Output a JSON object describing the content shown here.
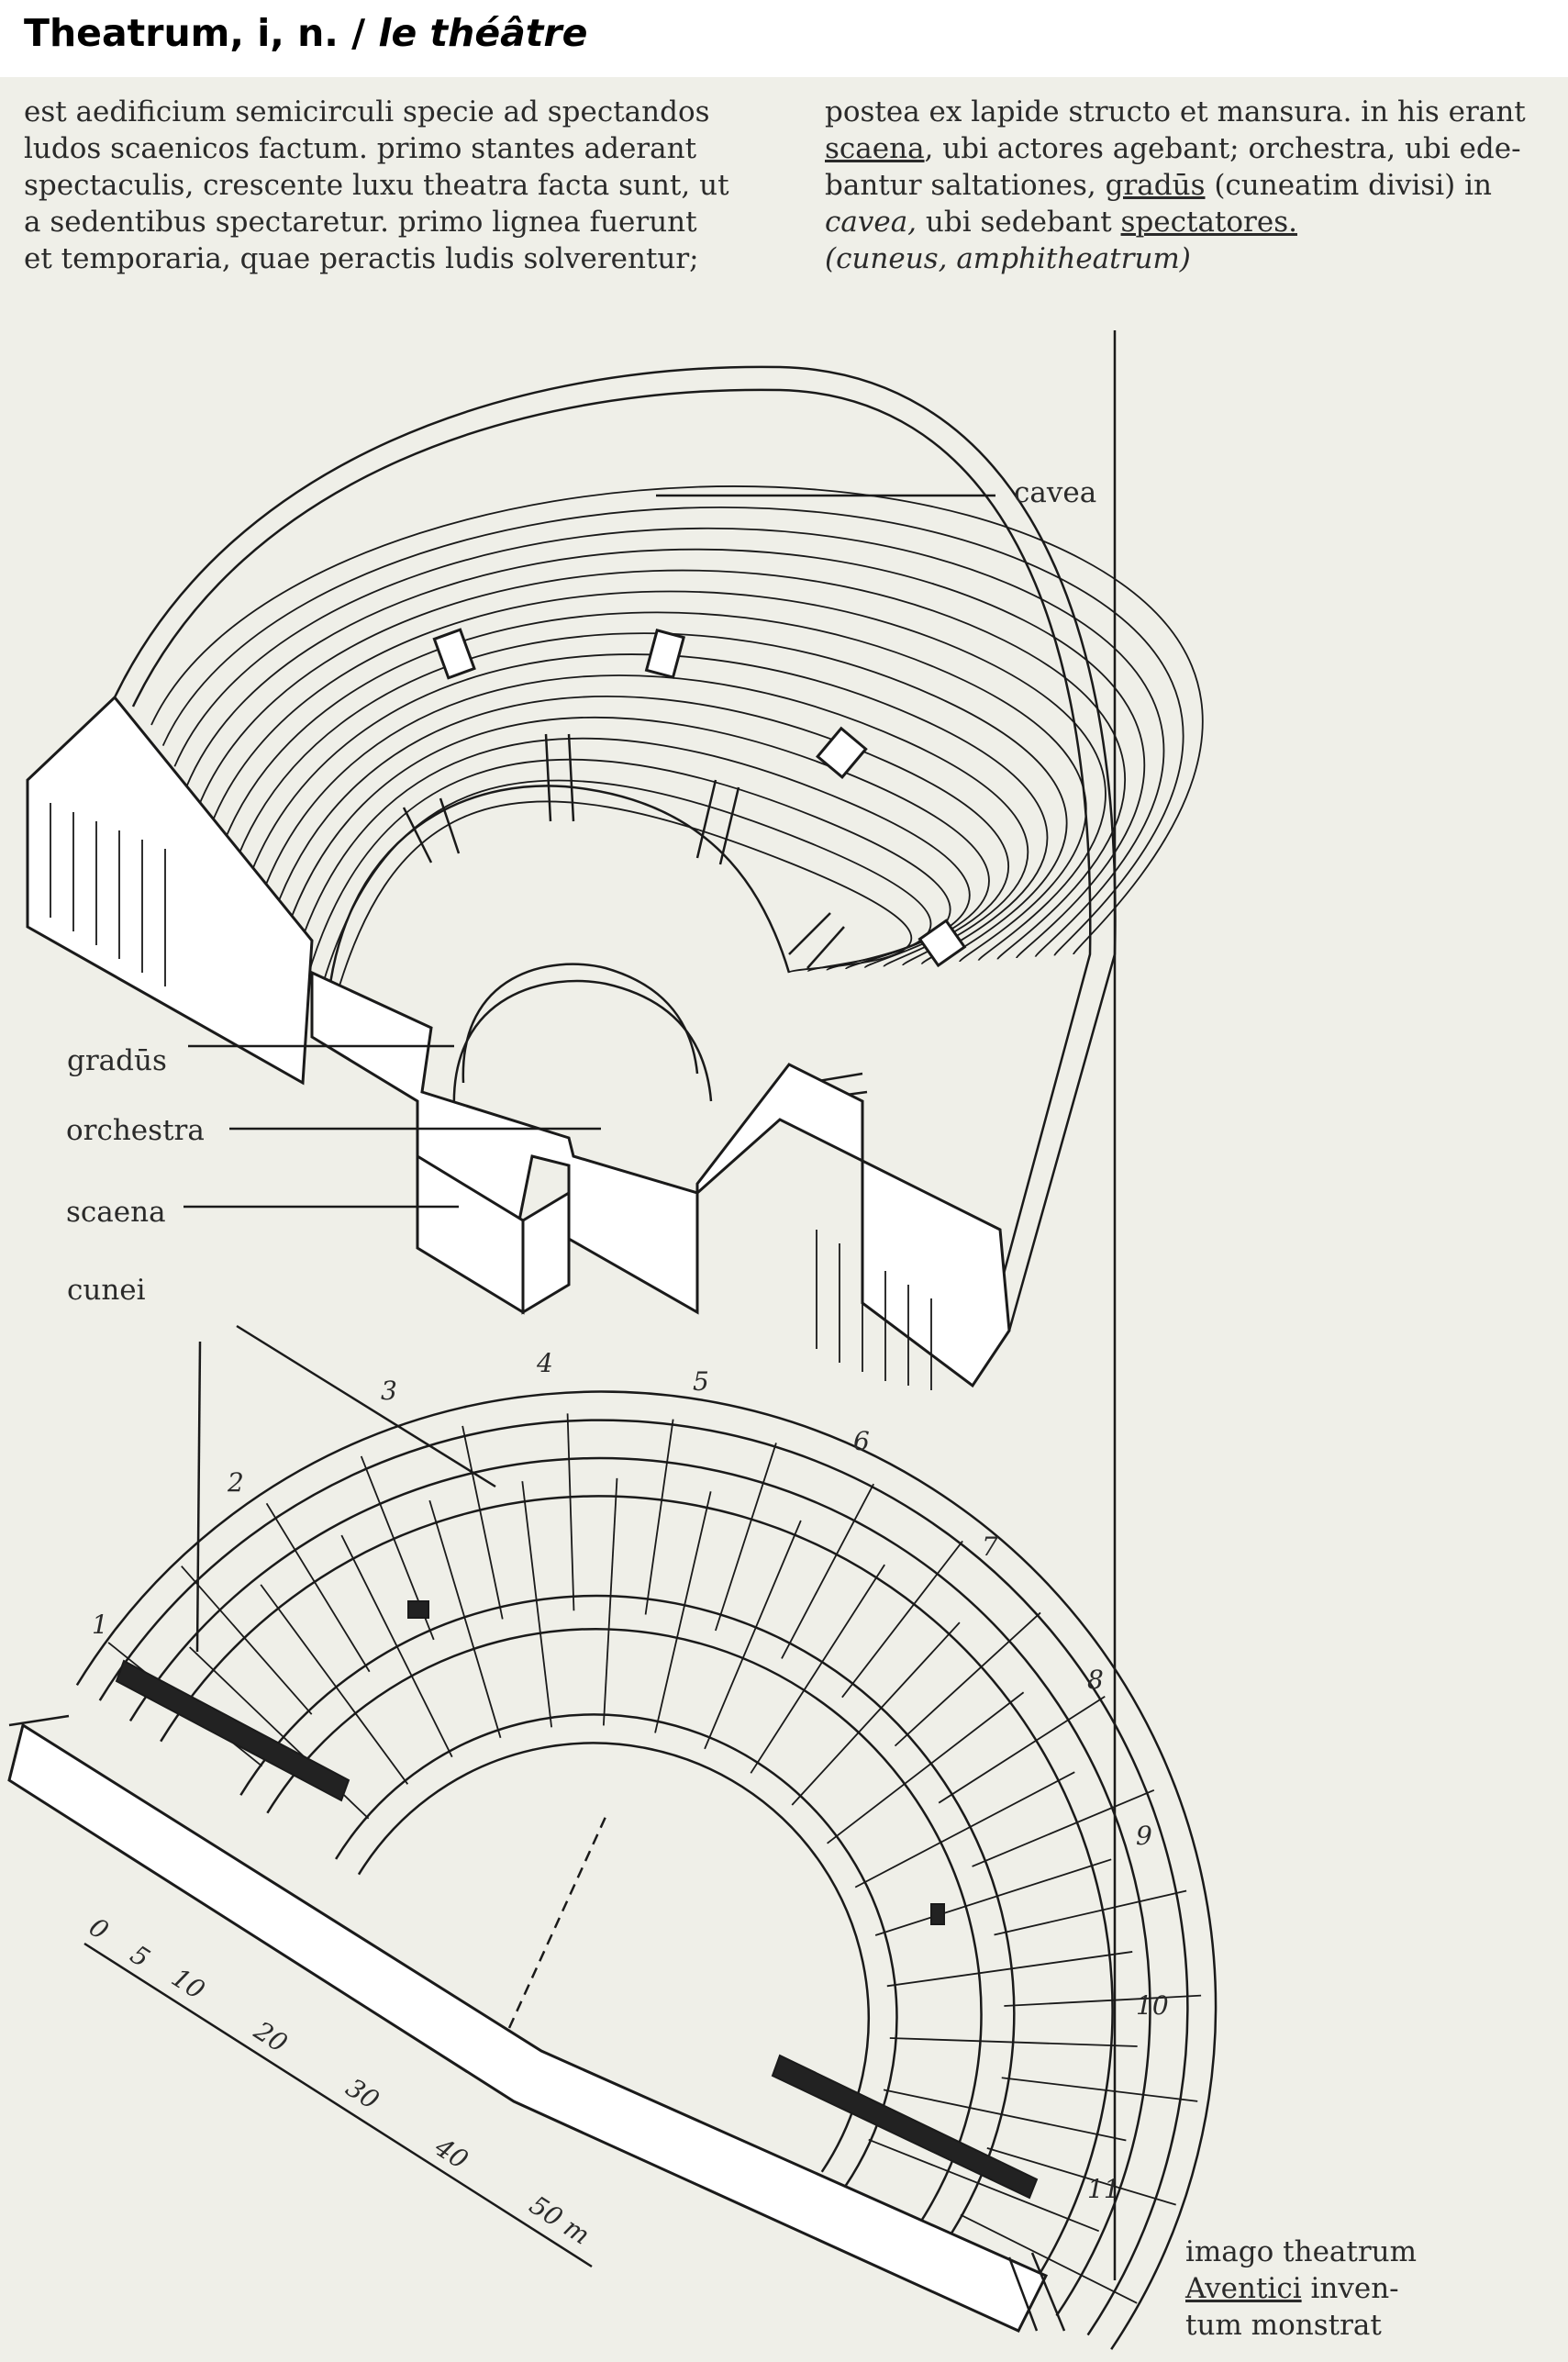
{
  "header": {
    "title_latin": "Theatrum, i, n. /",
    "title_french": "le théâtre"
  },
  "text": {
    "left_lines": [
      "est aedificium semicirculi specie ad spectandos",
      "ludos scaenicos factum. primo stantes aderant",
      "spectaculis, crescente luxu theatra facta sunt, ut",
      "a sedentibus spectaretur. primo lignea fuerunt",
      "et temporaria, quae peractis ludis solverentur;"
    ],
    "right_line1": "postea ex lapide structo et mansura. in his erant",
    "right_line2": {
      "scaena": "scaena",
      "mid": ", ubi actores agebant; orchestra, ubi ede-"
    },
    "right_line3": {
      "pre": "bantur saltationes, ",
      "gradus": "gradūs",
      "post": " (cuneatim divisi) in"
    },
    "right_line4": {
      "cavea": "cavea,",
      "mid": " ubi sedebant ",
      "spectatores": "spectatores."
    },
    "right_line5": "(cuneus, amphitheatrum)"
  },
  "labels": {
    "cavea": "cavea",
    "gradus": "gradūs",
    "orchestra": "orchestra",
    "scaena": "scaena",
    "cunei": "cunei"
  },
  "plan_numbers": [
    "1",
    "2",
    "3",
    "4",
    "5",
    "6",
    "7",
    "8",
    "9",
    "10",
    "11"
  ],
  "scale": {
    "ticks": [
      "0",
      "5",
      "10",
      "20",
      "30",
      "40",
      "50 m"
    ]
  },
  "caption": {
    "line1": "imago theatrum",
    "aventici": "Aventici",
    "line2_rest": " inven-",
    "line3": "tum monstrat"
  }
}
